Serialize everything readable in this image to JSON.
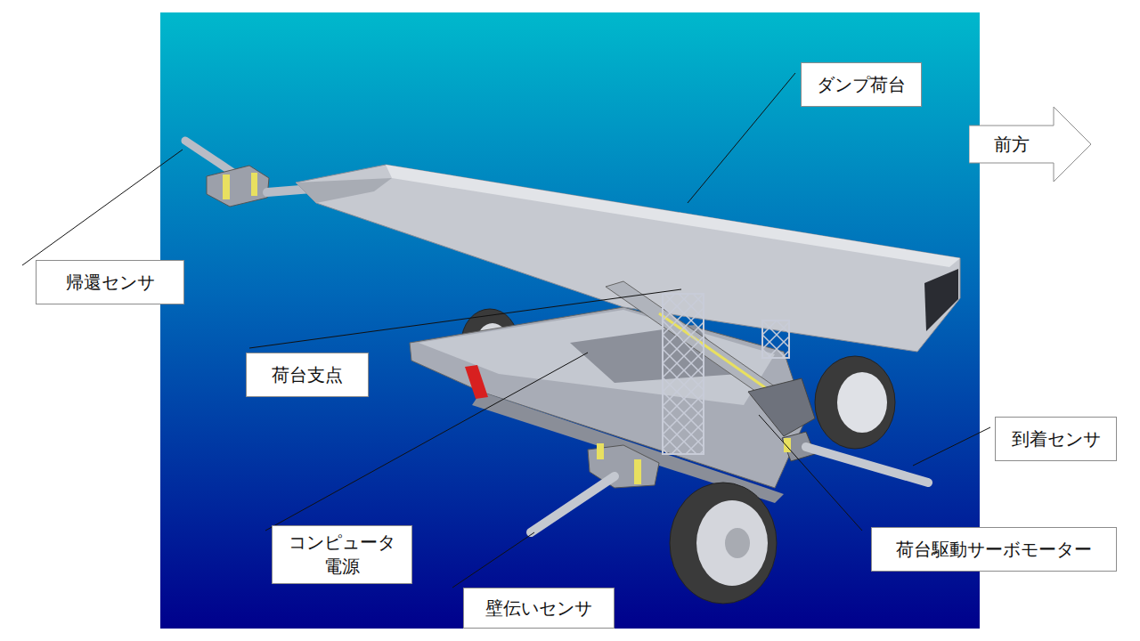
{
  "diagram": {
    "nodes": [
      {
        "text": [
          "ダンプ荷台"
        ]
      },
      {
        "text": [
          "前方"
        ]
      },
      {
        "text": [
          "帰還センサ"
        ]
      },
      {
        "text": [
          "荷台支点"
        ]
      },
      {
        "text": [
          "到着センサ"
        ]
      },
      {
        "text": [
          "コンピュータ 電源"
        ]
      },
      {
        "text": [
          "荷台駆動サーボモーター"
        ]
      },
      {
        "text": [
          "壁伝いセンサ"
        ]
      }
    ]
  }
}
